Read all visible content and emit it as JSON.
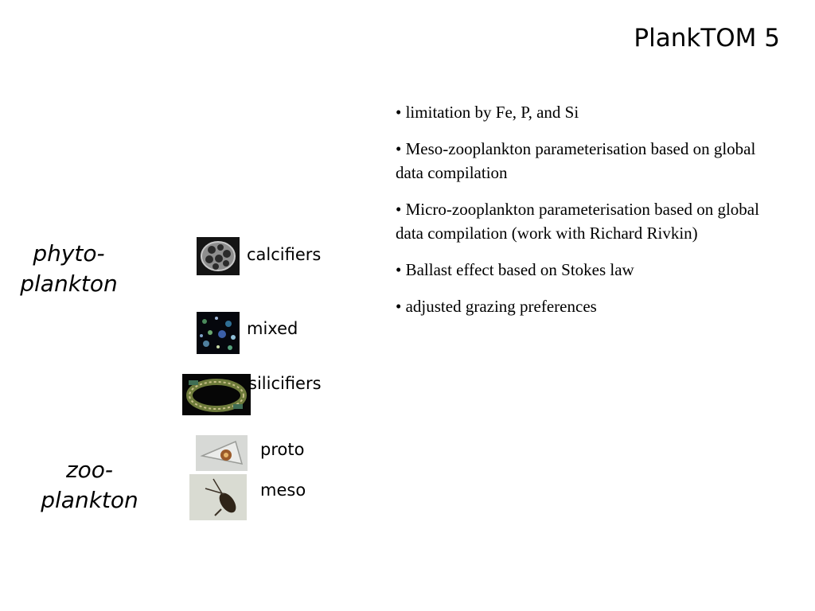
{
  "title": "PlankTOM 5",
  "bullets": [
    "• limitation by Fe, P, and Si",
    "• Meso-zooplankton parameterisation based on global data compilation",
    "• Micro-zooplankton parameterisation based on global data compilation (work with Richard Rivkin)",
    "• Ballast effect based on Stokes law",
    "• adjusted grazing preferences"
  ],
  "groups": {
    "phyto": {
      "line1": "phyto-",
      "line2": "plankton"
    },
    "zoo": {
      "line1": "zoo-",
      "line2": "plankton"
    }
  },
  "categories": {
    "calcifiers": "calcifiers",
    "mixed": "mixed",
    "silicifiers": "silicifiers",
    "proto": "proto",
    "meso": "meso"
  },
  "icons": {
    "calcifiers": "coccolithophore-photo-icon",
    "mixed": "mixed-phytoplankton-photo-icon",
    "silicifiers": "diatom-chain-photo-icon",
    "proto": "protozooplankton-photo-icon",
    "meso": "copepod-photo-icon"
  }
}
